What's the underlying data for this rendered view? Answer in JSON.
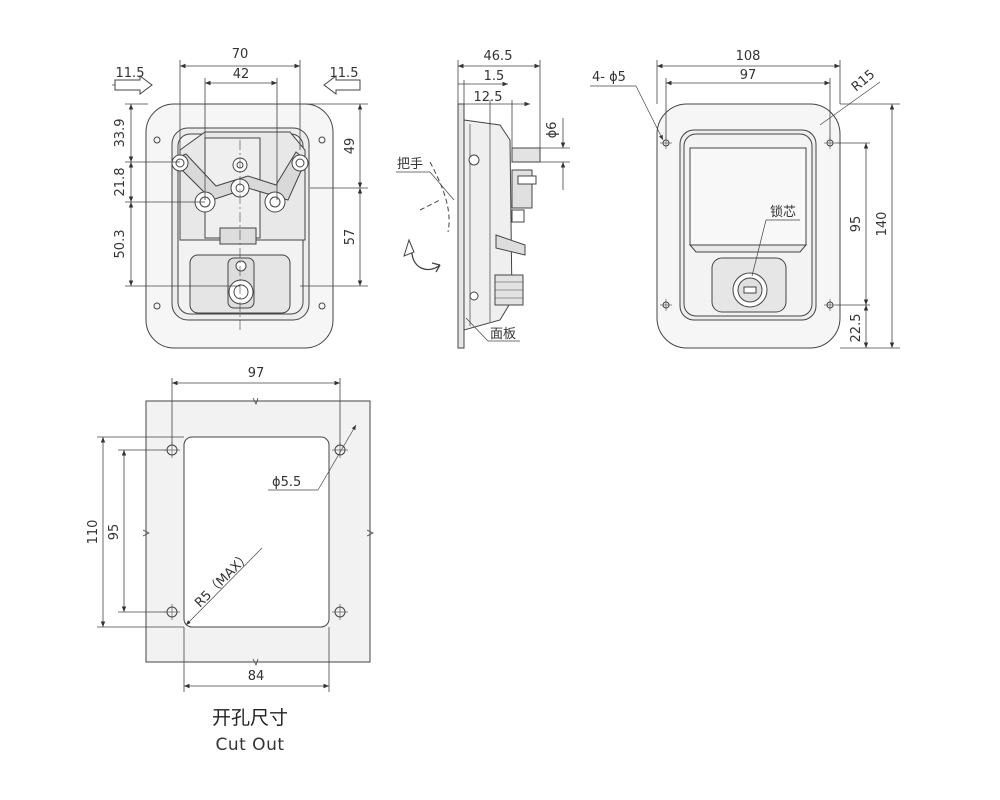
{
  "front_view": {
    "dims": {
      "width_70": "70",
      "width_42": "42",
      "arrow_left": "11.5",
      "arrow_right": "11.5",
      "v_33_9": "33.9",
      "v_21_8": "21.8",
      "v_50_3": "50.3",
      "v_49": "49",
      "v_57": "57"
    }
  },
  "side_view": {
    "dims": {
      "d_46_5": "46.5",
      "d_1_5": "1.5",
      "d_12_5": "12.5",
      "d_phi6": "ϕ6"
    },
    "labels": {
      "handle": "把手",
      "panel": "面板"
    }
  },
  "rear_view": {
    "dims": {
      "w_108": "108",
      "w_97": "97",
      "holes": "4- ϕ5",
      "radius": "R15",
      "h_95": "95",
      "h_140": "140",
      "h_22_5": "22.5"
    },
    "labels": {
      "lock_core": "锁芯"
    }
  },
  "cutout_view": {
    "dims": {
      "w_97": "97",
      "w_84": "84",
      "h_110": "110",
      "h_95": "95",
      "hole": "ϕ5.5",
      "radius": "R5（MAX）"
    },
    "caption_cn": "开孔尺寸",
    "caption_en": "Cut Out"
  }
}
